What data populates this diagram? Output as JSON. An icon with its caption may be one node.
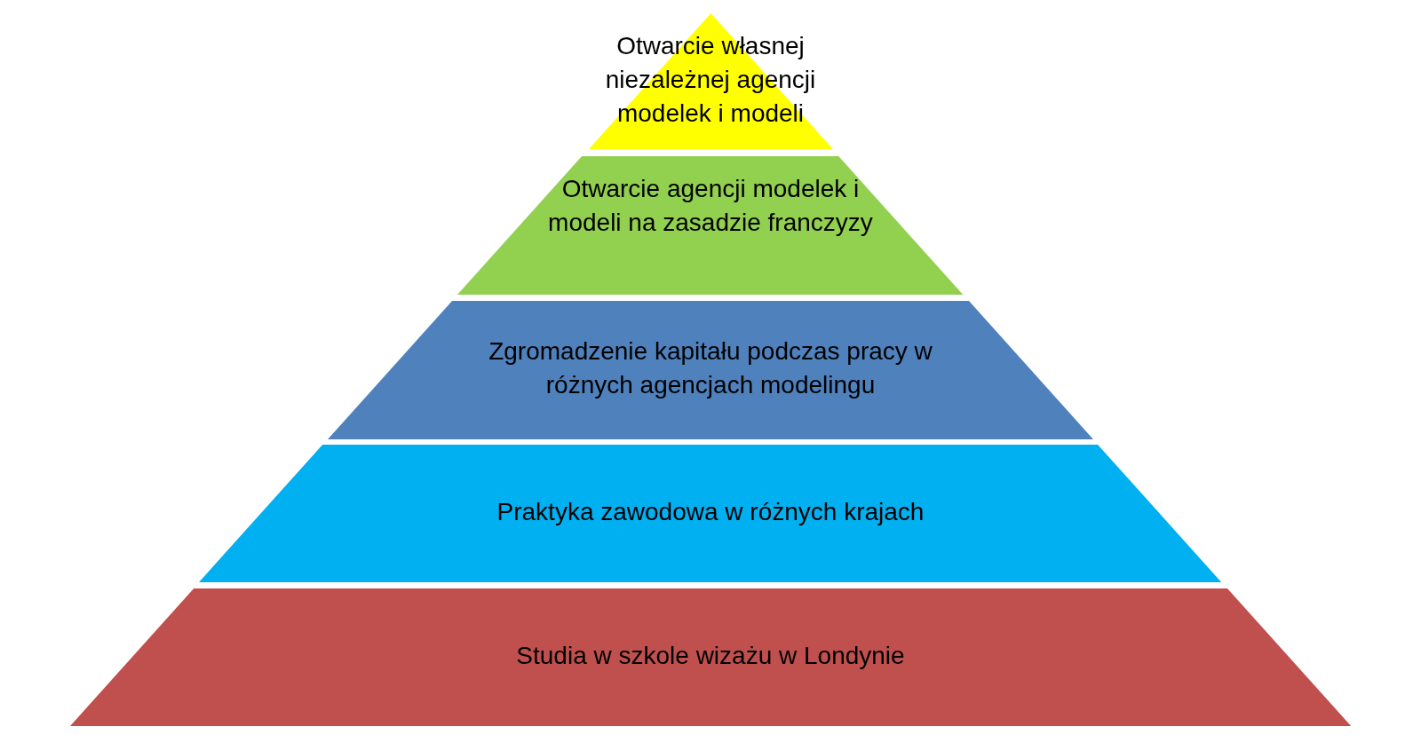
{
  "diagram": {
    "nodes": [
      {
        "text": [
          "Otwarcie własnej niezależnej agencji modelek i modeli"
        ]
      },
      {
        "text": [
          "Otwarcie agencji modelek i modeli na zasadzie franczyzy"
        ]
      },
      {
        "text": [
          "Zgromadzenie kapitału podczas pracy w różnych agencjach modelingu"
        ]
      },
      {
        "text": [
          "Praktyka zawodowa w różnych krajach"
        ]
      },
      {
        "text": [
          "Studia w szkole wizażu w Londynie"
        ]
      }
    ]
  }
}
